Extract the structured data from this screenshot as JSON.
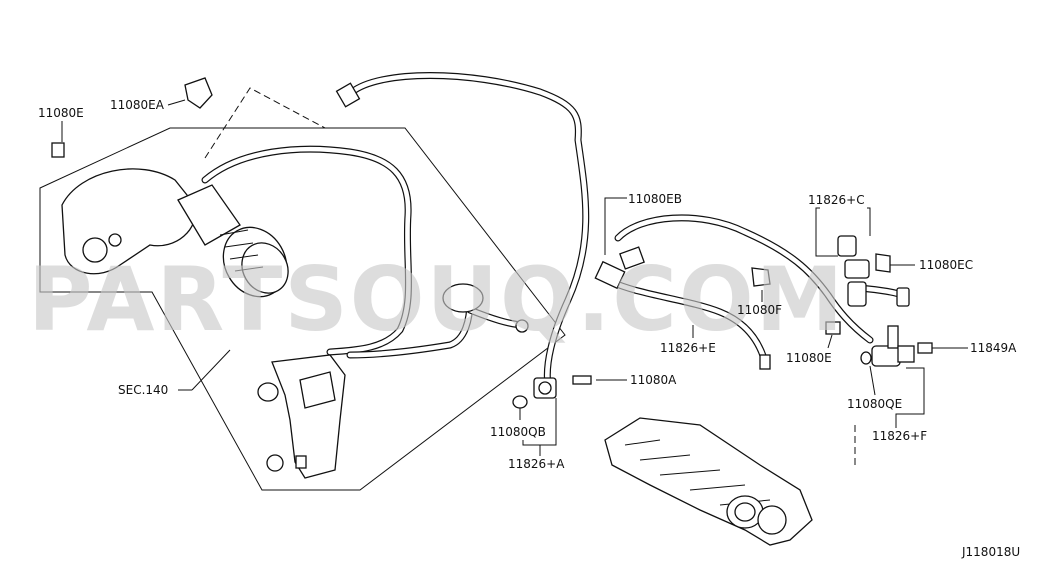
{
  "watermark": "PARTSOUQ.COM",
  "diagram_code": "J118018U",
  "labels": {
    "l_11080E_top": "11080E",
    "l_11080EA": "11080EA",
    "l_sec140": "SEC.140",
    "l_11080EB": "11080EB",
    "l_11826C": "11826+C",
    "l_11080EC": "11080EC",
    "l_11080F": "11080F",
    "l_11826E": "11826+E",
    "l_11080E_mid": "11080E",
    "l_11849A": "11849A",
    "l_11080A": "11080A",
    "l_11080QB": "11080QB",
    "l_11826A": "11826+A",
    "l_11080QE": "11080QE",
    "l_11826F": "11826+F"
  },
  "colors": {
    "line": "#111111",
    "watermark": "#c8c8c8",
    "background": "#ffffff"
  }
}
